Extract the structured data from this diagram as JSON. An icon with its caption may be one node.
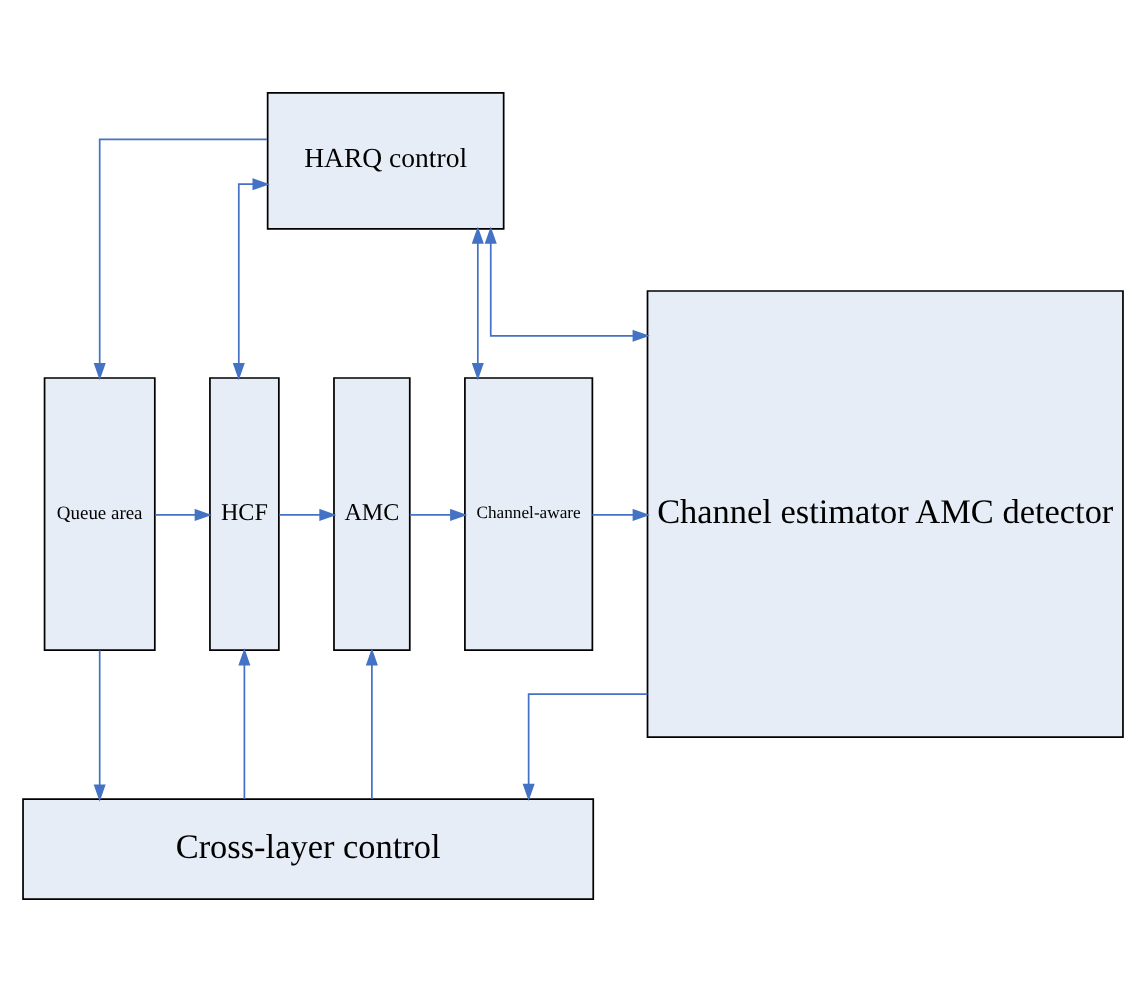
{
  "diagram": {
    "nodes": [
      {
        "text": [
          "HARQ control"
        ]
      },
      {
        "text": [
          "Queue area"
        ]
      },
      {
        "text": [
          "HCF"
        ]
      },
      {
        "text": [
          "AMC"
        ]
      },
      {
        "text": [
          "Channel-aware"
        ]
      },
      {
        "text": [
          "Cross-layer control"
        ]
      },
      {
        "text": [
          "Channel estimator AMC detector"
        ]
      }
    ],
    "edges": [
      {
        "from": 0,
        "to": 6,
        "arrow": "both"
      },
      {
        "from": 4,
        "to": 0,
        "arrow": "both"
      },
      {
        "from": 0,
        "to": 1,
        "arrow": "to"
      },
      {
        "from": 0,
        "to": 2,
        "arrow": "both"
      },
      {
        "from": 1,
        "to": 2,
        "arrow": "to"
      },
      {
        "from": 2,
        "to": 3,
        "arrow": "to"
      },
      {
        "from": 3,
        "to": 4,
        "arrow": "to"
      },
      {
        "from": 4,
        "to": 6,
        "arrow": "to"
      },
      {
        "from": 1,
        "to": 5,
        "arrow": "to"
      },
      {
        "from": 5,
        "to": 2,
        "arrow": "to"
      },
      {
        "from": 5,
        "to": 3,
        "arrow": "to"
      },
      {
        "from": 6,
        "to": 5,
        "arrow": "to"
      }
    ]
  }
}
